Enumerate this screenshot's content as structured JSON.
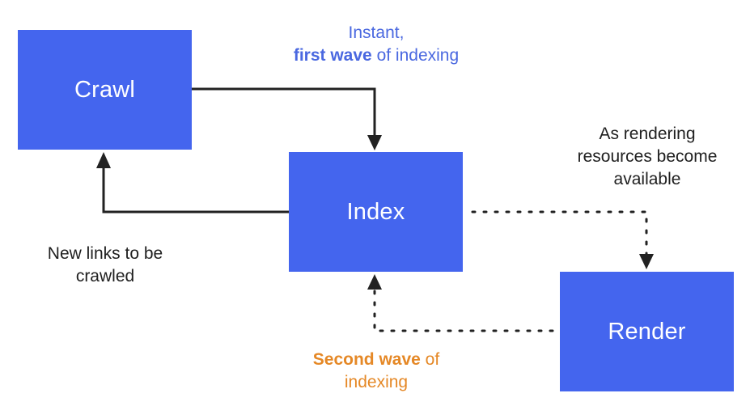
{
  "colors": {
    "box_fill": "#4465ee",
    "box_text": "#ffffff",
    "first_wave_text": "#4a68e0",
    "second_wave_text": "#e58826",
    "plain_text": "#202020",
    "connector": "#222222"
  },
  "nodes": {
    "crawl": {
      "label": "Crawl"
    },
    "index": {
      "label": "Index"
    },
    "render": {
      "label": "Render"
    }
  },
  "annotations": {
    "first_wave": {
      "line1": "Instant,",
      "line2_bold": "first wave",
      "line2_rest": " of indexing"
    },
    "render_resources": {
      "line1": "As rendering",
      "line2": "resources become",
      "line3": "available"
    },
    "new_links": {
      "line1": "New links to be",
      "line2": "crawled"
    },
    "second_wave": {
      "line1_bold": "Second wave",
      "line1_rest": " of",
      "line2": "indexing"
    }
  }
}
